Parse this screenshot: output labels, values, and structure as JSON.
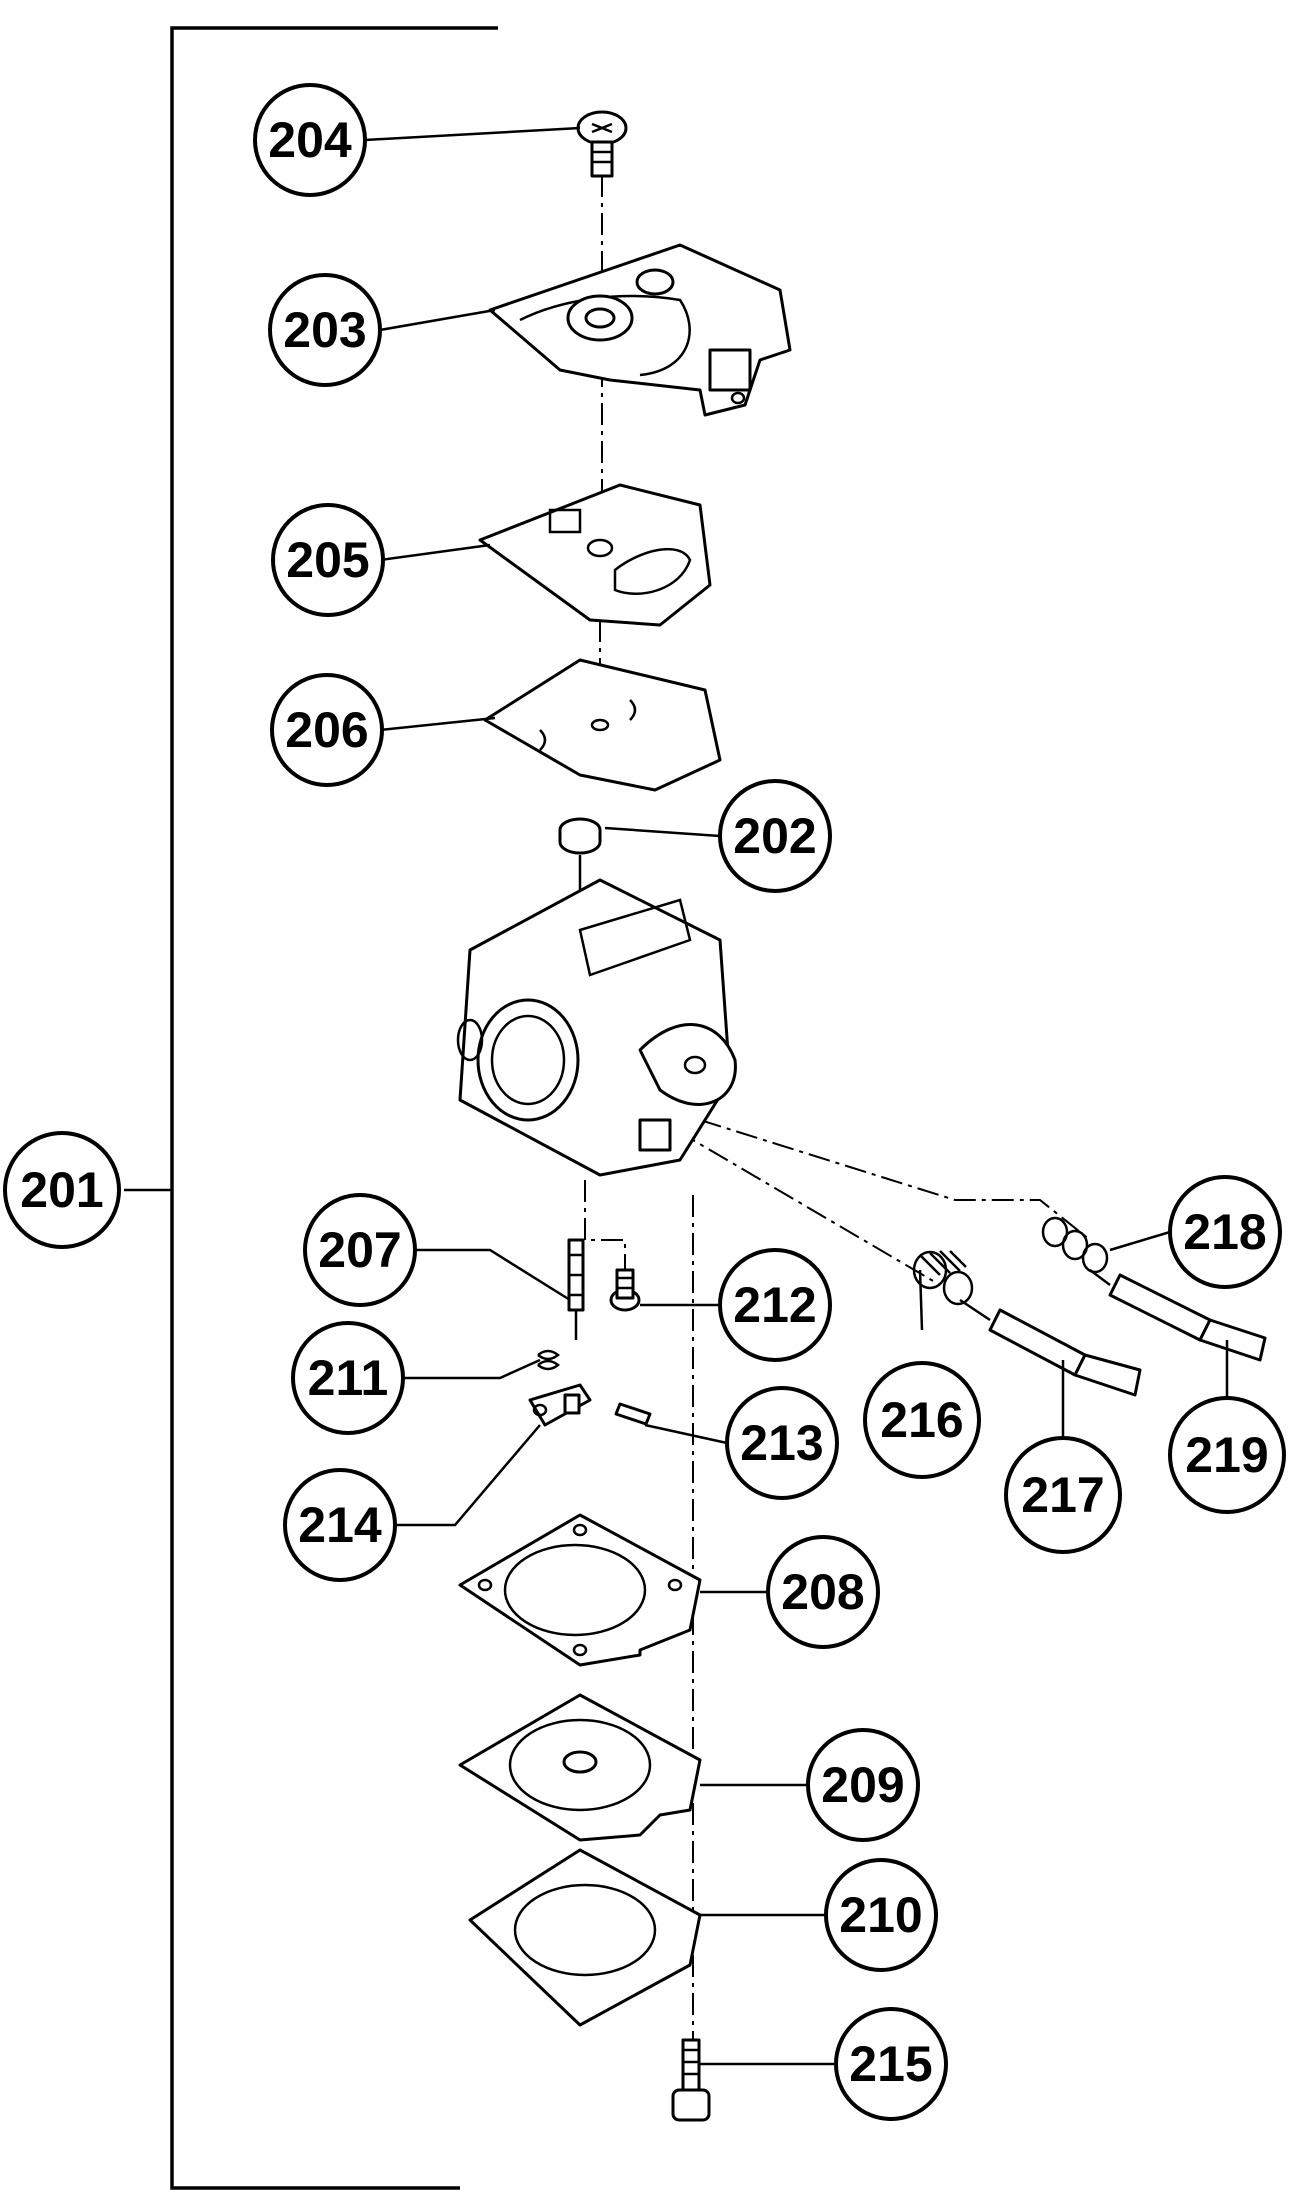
{
  "callouts": {
    "c201": "201",
    "c202": "202",
    "c203": "203",
    "c204": "204",
    "c205": "205",
    "c206": "206",
    "c207": "207",
    "c208": "208",
    "c209": "209",
    "c210": "210",
    "c211": "211",
    "c212": "212",
    "c213": "213",
    "c214": "214",
    "c215": "215",
    "c216": "216",
    "c217": "217",
    "c218": "218",
    "c219": "219"
  }
}
